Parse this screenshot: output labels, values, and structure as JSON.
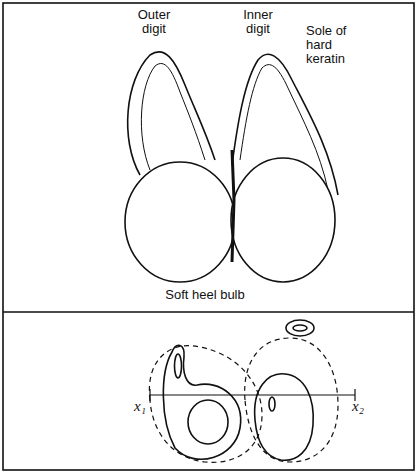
{
  "diagram": {
    "labels": [
      "Outer digit",
      "Inner digit",
      "Sole of hard keratin",
      "Soft heel bulb",
      "x₁",
      "x₂"
    ]
  }
}
